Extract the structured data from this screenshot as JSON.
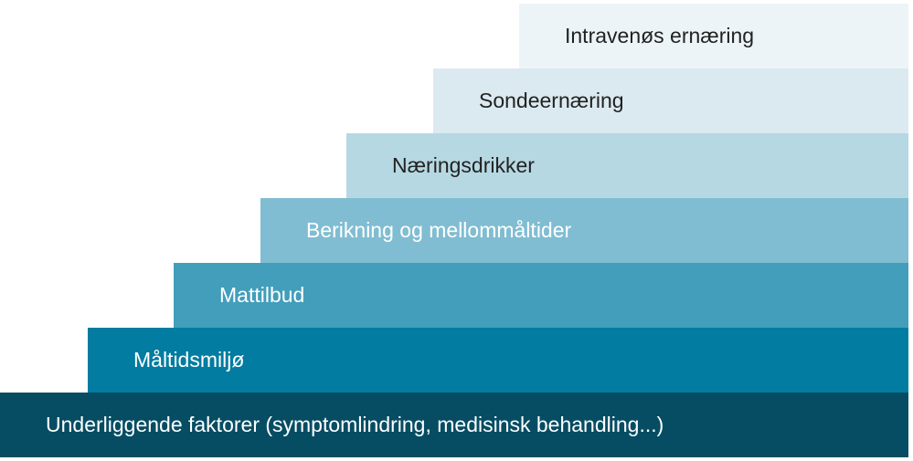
{
  "diagram": {
    "type": "staircase",
    "steps": [
      {
        "label": "Underliggende faktorer (symptomlindring, medisinsk behandling...)",
        "color": "#064d63",
        "text_color": "#ffffff"
      },
      {
        "label": "Måltidsmiljø",
        "color": "#027ca0",
        "text_color": "#ffffff"
      },
      {
        "label": "Mattilbud",
        "color": "#429ebb",
        "text_color": "#ffffff"
      },
      {
        "label": "Berikning og mellommåltider",
        "color": "#80bdd2",
        "text_color": "#ffffff"
      },
      {
        "label": "Næringsdrikker",
        "color": "#b6d8e2",
        "text_color": "#222222"
      },
      {
        "label": "Sondeernæring",
        "color": "#dbeaf0",
        "text_color": "#222222"
      },
      {
        "label": "Intravenøs ernæring",
        "color": "#ecf4f7",
        "text_color": "#222222"
      }
    ]
  }
}
